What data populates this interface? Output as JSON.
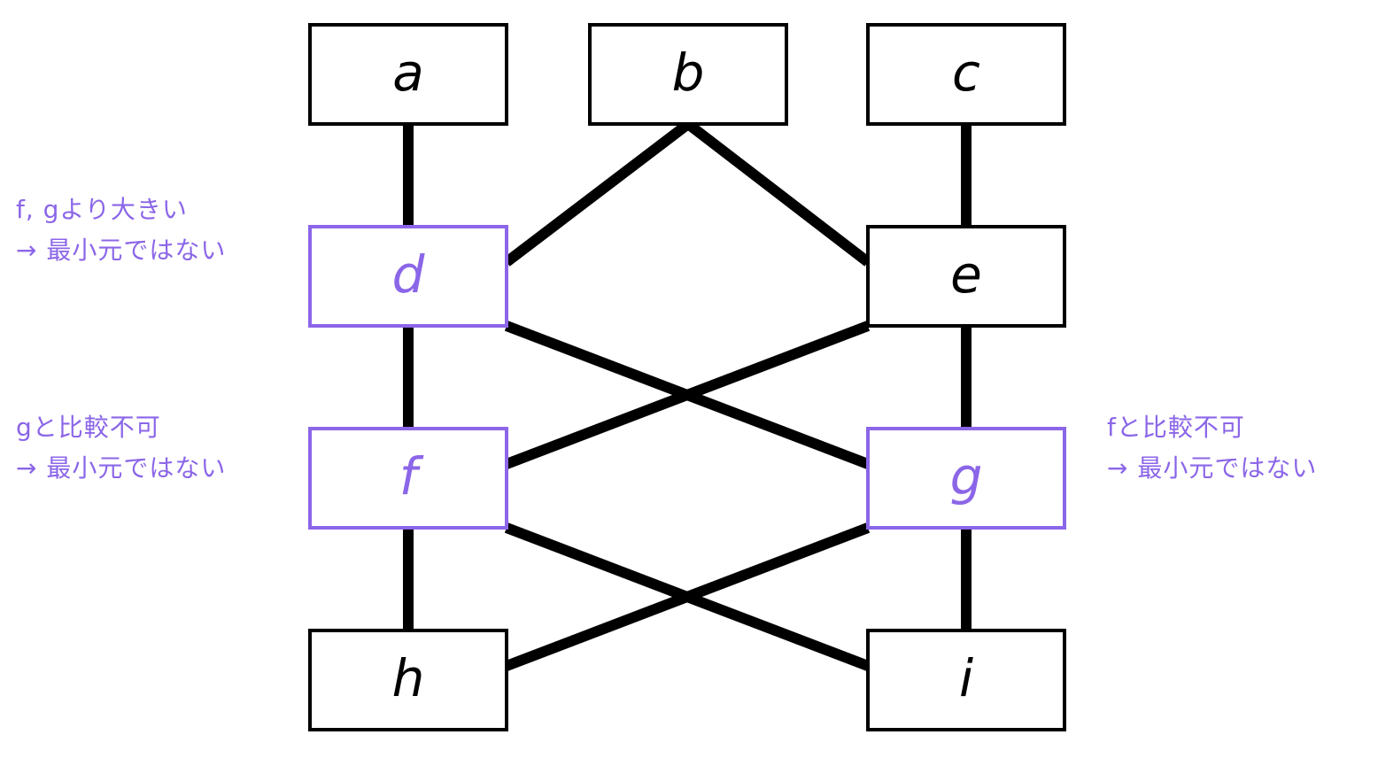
{
  "colors": {
    "default": "#000000",
    "highlight": "#8b66e8"
  },
  "nodes": [
    {
      "id": "a",
      "label": "a",
      "highlight": false
    },
    {
      "id": "b",
      "label": "b",
      "highlight": false
    },
    {
      "id": "c",
      "label": "c",
      "highlight": false
    },
    {
      "id": "d",
      "label": "d",
      "highlight": true
    },
    {
      "id": "e",
      "label": "e",
      "highlight": false
    },
    {
      "id": "f",
      "label": "f",
      "highlight": true
    },
    {
      "id": "g",
      "label": "g",
      "highlight": true
    },
    {
      "id": "h",
      "label": "h",
      "highlight": false
    },
    {
      "id": "i",
      "label": "i",
      "highlight": false
    }
  ],
  "edges": [
    [
      "a",
      "d"
    ],
    [
      "b",
      "d"
    ],
    [
      "b",
      "e"
    ],
    [
      "c",
      "e"
    ],
    [
      "d",
      "f"
    ],
    [
      "d",
      "g"
    ],
    [
      "e",
      "f"
    ],
    [
      "e",
      "g"
    ],
    [
      "f",
      "h"
    ],
    [
      "f",
      "i"
    ],
    [
      "g",
      "h"
    ],
    [
      "g",
      "i"
    ]
  ],
  "annotations": {
    "d": {
      "line1": "f, gより大きい",
      "line2": "→ 最小元ではない"
    },
    "f": {
      "line1": "gと比較不可",
      "line2": "→ 最小元ではない"
    },
    "g": {
      "line1": "fと比較不可",
      "line2": "→ 最小元ではない"
    }
  }
}
